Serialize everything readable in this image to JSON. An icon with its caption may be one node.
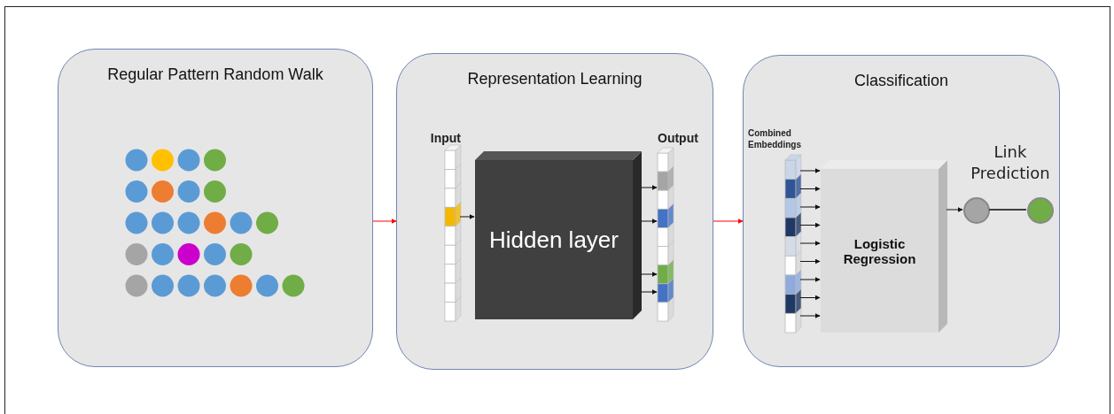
{
  "diagram": {
    "nodes": [
      {
        "text": [
          "Regular Pattern Random Walk"
        ]
      },
      {
        "text": [
          "Representation Learning"
        ]
      },
      {
        "text": [
          "Input"
        ],
        "in": 1
      },
      {
        "text": [
          "Hidden layer"
        ],
        "in": 1
      },
      {
        "text": [
          "Output"
        ],
        "in": 1
      },
      {
        "text": [
          "Classification"
        ]
      },
      {
        "text": [
          "Combined Embeddings"
        ],
        "in": 5
      },
      {
        "text": [
          "Logistic Regression"
        ],
        "in": 5
      },
      {
        "text": [],
        "shape": "circle",
        "in": 5
      },
      {
        "text": [],
        "shape": "circle",
        "in": 5
      }
    ],
    "edges": [
      {
        "from": 0,
        "to": 1,
        "arrow": "to",
        "color": "#ff0000"
      },
      {
        "from": 1,
        "to": 5,
        "arrow": "to",
        "color": "#ff0000"
      },
      {
        "from": 2,
        "to": 3,
        "arrow": "to"
      },
      {
        "from": 3,
        "to": 4,
        "arrow": "to"
      },
      {
        "from": 3,
        "to": 4,
        "arrow": "to"
      },
      {
        "from": 3,
        "to": 4,
        "arrow": "to"
      },
      {
        "from": 3,
        "to": 4,
        "arrow": "to"
      },
      {
        "from": 6,
        "to": 7,
        "arrow": "to"
      },
      {
        "from": 6,
        "to": 7,
        "arrow": "to"
      },
      {
        "from": 6,
        "to": 7,
        "arrow": "to"
      },
      {
        "from": 6,
        "to": 7,
        "arrow": "to"
      },
      {
        "from": 6,
        "to": 7,
        "arrow": "to"
      },
      {
        "from": 6,
        "to": 7,
        "arrow": "to"
      },
      {
        "from": 6,
        "to": 7,
        "arrow": "to"
      },
      {
        "from": 6,
        "to": 7,
        "arrow": "to"
      },
      {
        "from": 6,
        "to": 7,
        "arrow": "to"
      },
      {
        "from": 7,
        "to": 8,
        "arrow": "to"
      },
      {
        "from": 8,
        "to": 9,
        "arrow": "none",
        "label": "Link Prediction"
      }
    ]
  }
}
